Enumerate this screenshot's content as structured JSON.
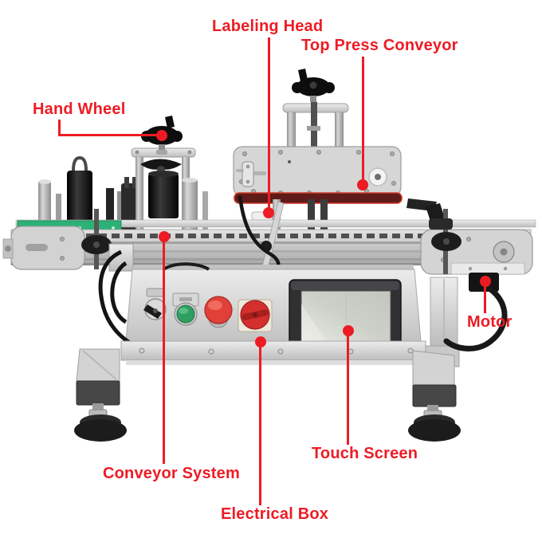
{
  "image": {
    "description": "Annotated product photo of a tabletop round-bottle labeling machine with red call-out labels",
    "background": "#ffffff"
  },
  "colors": {
    "annotation_red": "#ed1c24",
    "machine_steel_light": "#d9d9d9",
    "machine_steel_dark": "#9a9a9a",
    "machine_black": "#1a1a1a",
    "green_rail": "#2cb277",
    "press_belt_red": "#6f1d1a",
    "estop_red": "#e04038",
    "power_switch_red": "#d42f2e",
    "start_button_green": "#2f9e63",
    "screen_bezel": "#303032",
    "screen_face": "#d6d9d2"
  },
  "annotations": {
    "labeling_head": {
      "label": "Labeling Head"
    },
    "top_press_conveyor": {
      "label": "Top Press Conveyor"
    },
    "hand_wheel": {
      "label": "Hand Wheel"
    },
    "motor": {
      "label": "Motor"
    },
    "touch_screen": {
      "label": "Touch Screen"
    },
    "conveyor_system": {
      "label": "Conveyor System"
    },
    "electrical_box": {
      "label": "Electrical Box"
    }
  }
}
